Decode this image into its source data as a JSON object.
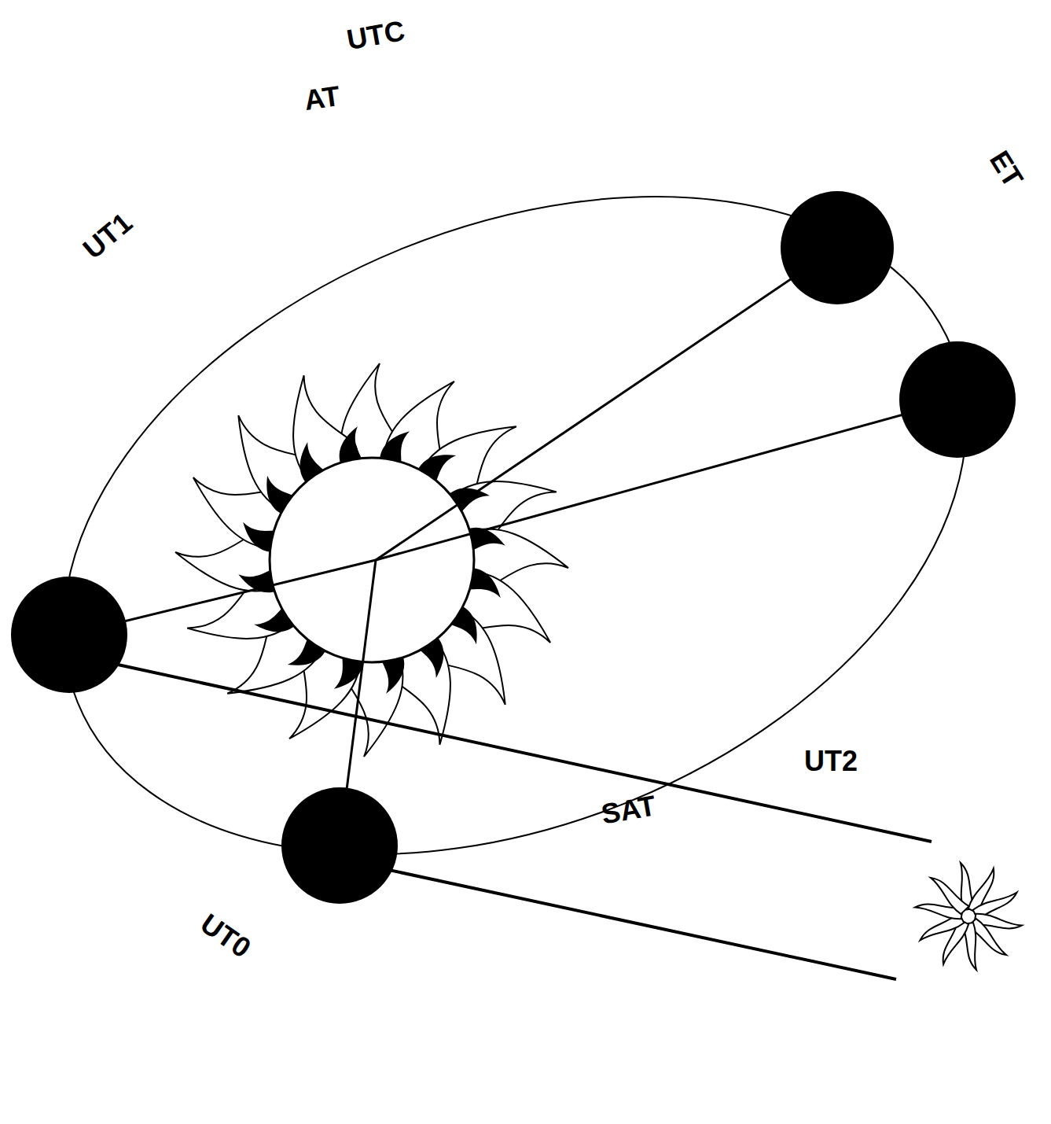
{
  "diagram": {
    "labels": [
      "UTC",
      "AT",
      "ET",
      "UT1",
      "UT2",
      "SAT",
      "UT0"
    ]
  }
}
